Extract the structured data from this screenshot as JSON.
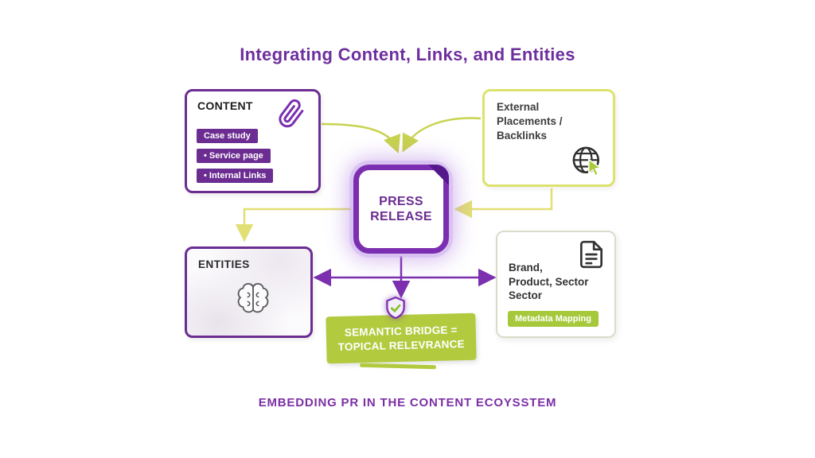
{
  "title": "Integrating Content, Links, and Entities",
  "footer": "EMBEDDING PR IN THE CONTENT ECOYSSTEM",
  "colors": {
    "purple": "#6b2d91",
    "purple_bright": "#7b2fb0",
    "green": "#b1ca3e",
    "arrow_green": "#c8d34f",
    "arrow_yellow": "#e6e378",
    "dark_text": "#3d3d3d"
  },
  "content_box": {
    "title": "CONTENT",
    "tags": [
      "Case study",
      "• Service page",
      "• Internal Links"
    ]
  },
  "external_box": {
    "line1": "External",
    "line2": "Placements /",
    "line3": "Backlinks"
  },
  "press_release": {
    "line1": "PRESS",
    "line2": "RELEASE"
  },
  "entities_box": {
    "title": "ENTITIES"
  },
  "brand_box": {
    "line1": "Brand,",
    "line2": "Product, Sector",
    "line3": "Sector",
    "tag": "Metadata Mapping"
  },
  "semantic_bridge": {
    "line1": "SEMANTIC BRIDGE =",
    "line2": "TOPICAL RELEVRANCE"
  },
  "icons": {
    "content": "paperclip-icon",
    "external": "globe-cursor-icon",
    "entities": "brain-icon",
    "brand": "document-icon",
    "bridge": "shield-check-icon"
  }
}
